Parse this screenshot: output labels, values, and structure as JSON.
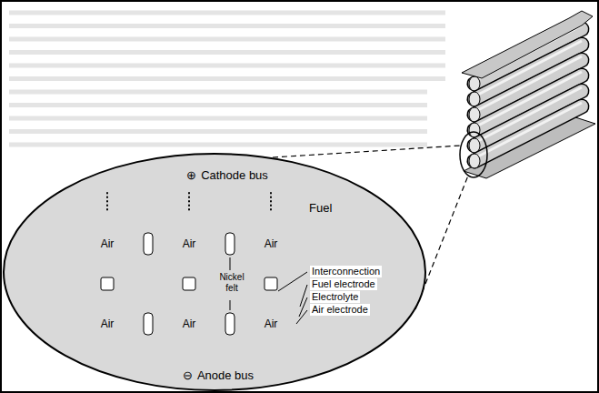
{
  "diagram": {
    "nodes": [
      {
        "text": [
          "Fuel"
        ]
      },
      {
        "text": [
          "⊕",
          "Cathode bus"
        ],
        "in": 0
      },
      {
        "text": [
          "Air"
        ],
        "in": 0
      },
      {
        "text": [
          "Air"
        ],
        "in": 0
      },
      {
        "text": [
          "Air"
        ],
        "in": 0
      },
      {
        "text": [
          "Air"
        ],
        "in": 0
      },
      {
        "text": [
          "Air"
        ],
        "in": 0
      },
      {
        "text": [
          "Air"
        ],
        "in": 0
      },
      {
        "text": [
          "⊖",
          "Anode bus"
        ],
        "in": 0
      }
    ],
    "edges": [
      {
        "from": 1,
        "to": 2,
        "arrow": "none"
      },
      {
        "from": 1,
        "to": 3,
        "arrow": "none"
      },
      {
        "from": 1,
        "to": 4,
        "arrow": "none"
      }
    ],
    "labels": [
      "Nickel felt",
      "Interconnection",
      "Fuel electrode",
      "Electrolyte",
      "Air electrode"
    ]
  }
}
